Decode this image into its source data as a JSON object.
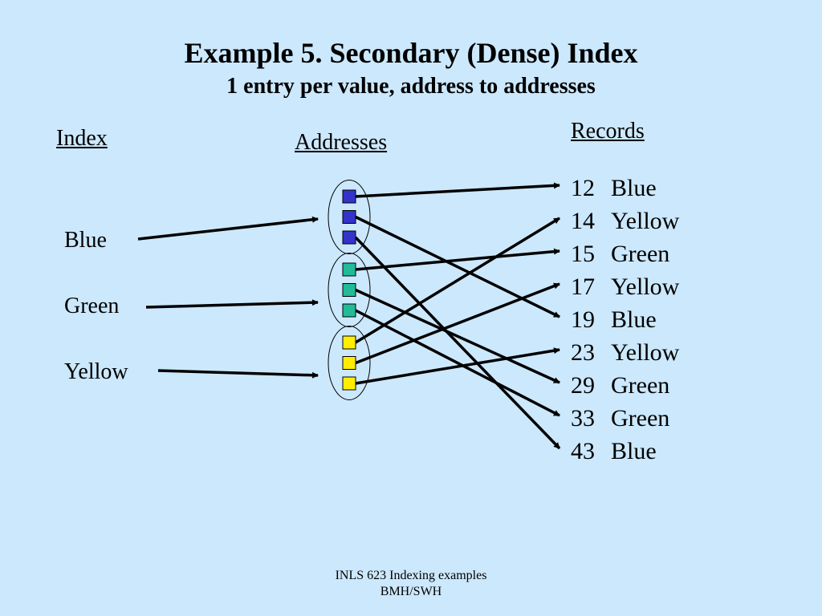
{
  "slide": {
    "title": "Example 5. Secondary (Dense) Index",
    "subtitle": "1 entry per value, address to addresses"
  },
  "headers": {
    "index": "Index",
    "addresses": "Addresses",
    "records": "Records"
  },
  "index_values": [
    "Blue",
    "Green",
    "Yellow"
  ],
  "records": [
    {
      "num": "12",
      "color": "Blue"
    },
    {
      "num": "14",
      "color": "Yellow"
    },
    {
      "num": "15",
      "color": "Green"
    },
    {
      "num": "17",
      "color": "Yellow"
    },
    {
      "num": "19",
      "color": "Blue"
    },
    {
      "num": "23",
      "color": "Yellow"
    },
    {
      "num": "29",
      "color": "Green"
    },
    {
      "num": "33",
      "color": "Green"
    },
    {
      "num": "43",
      "color": "Blue"
    }
  ],
  "groups": [
    {
      "value": "Blue",
      "color": "#3333cc",
      "targets": [
        "12",
        "19",
        "43"
      ]
    },
    {
      "value": "Green",
      "color": "#22bb99",
      "targets": [
        "15",
        "29",
        "33"
      ]
    },
    {
      "value": "Yellow",
      "color": "#ffee00",
      "targets": [
        "14",
        "17",
        "23"
      ]
    }
  ],
  "footer": {
    "line1": "INLS 623 Indexing examples",
    "line2": "BMH/SWH"
  }
}
